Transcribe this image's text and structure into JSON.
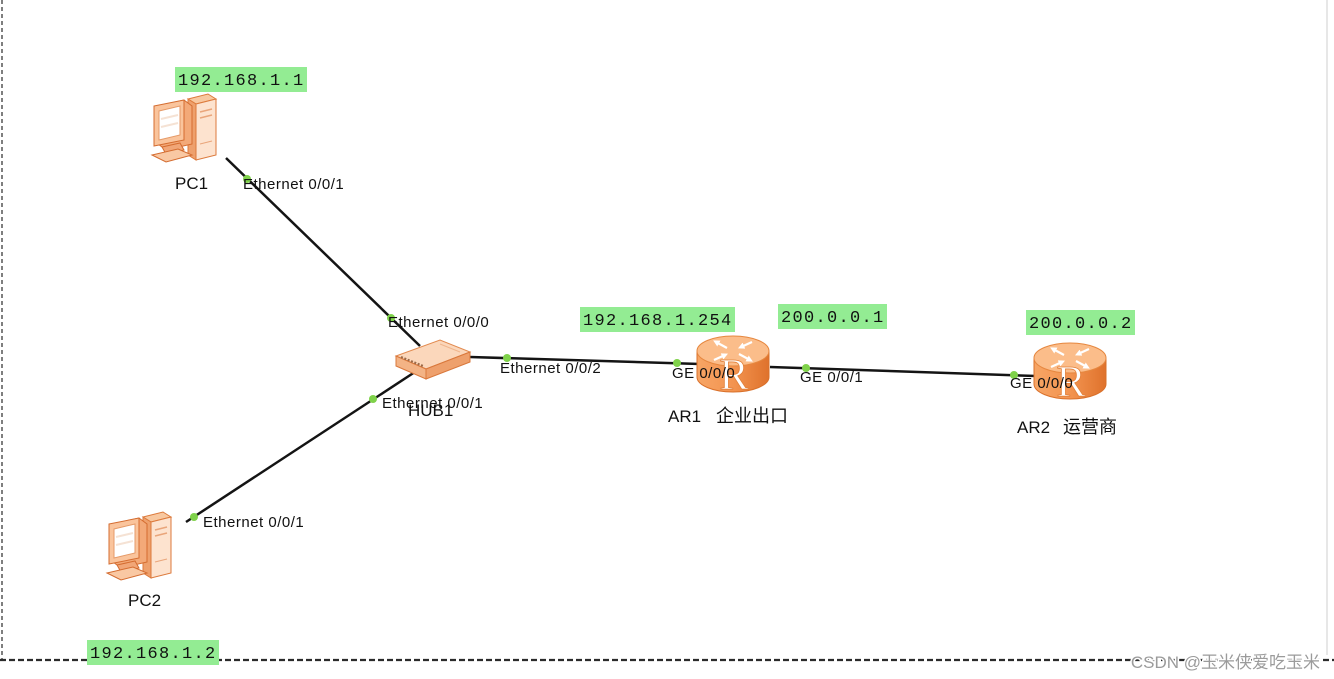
{
  "nodes": [
    {
      "name": "PC1",
      "type": "pc-icon"
    },
    {
      "name": "PC2",
      "type": "pc-icon"
    },
    {
      "name": "HUB1",
      "type": "hub-icon"
    },
    {
      "name": "AR1",
      "type": "router-icon",
      "note": "企业出口"
    },
    {
      "name": "AR2",
      "type": "router-icon",
      "note": "运营商"
    }
  ],
  "ip_labels": [
    {
      "text": "192.168.1.1"
    },
    {
      "text": "192.168.1.2"
    },
    {
      "text": "192.168.1.254"
    },
    {
      "text": "200.0.0.1"
    },
    {
      "text": "200.0.0.2"
    }
  ],
  "links": [
    {
      "port_a": "Ethernet 0/0/1",
      "port_b": "Ethernet 0/0/0"
    },
    {
      "port_a": "Ethernet 0/0/1",
      "port_b": "Ethernet 0/0/1"
    },
    {
      "port_a": "Ethernet 0/0/2",
      "port_b": "GE 0/0/0"
    },
    {
      "port_a": "GE 0/0/1",
      "port_b": "GE 0/0/0"
    }
  ],
  "icons": {
    "router_letter": "R"
  },
  "watermark": "CSDN @玉米侠爱吃玉米",
  "colors": {
    "ip_label_bg": "#93ec93",
    "port_dot": "#7fd24a",
    "link": "#141414"
  }
}
